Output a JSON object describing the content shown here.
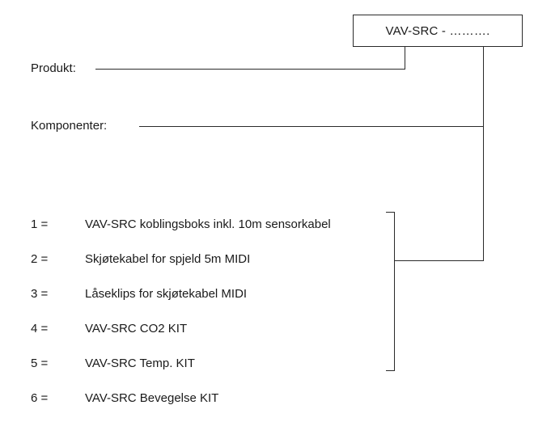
{
  "diagram": {
    "product_code_box": "VAV-SRC - ……….",
    "produkt_label": "Produkt:",
    "komponenter_label": "Komponenter:",
    "components": [
      {
        "num": "1 =",
        "label": "VAV-SRC koblingsboks inkl. 10m sensorkabel"
      },
      {
        "num": "2 =",
        "label": "Skjøtekabel for spjeld 5m MIDI"
      },
      {
        "num": "3 =",
        "label": "Låseklips for skjøtekabel MIDI"
      },
      {
        "num": "4 =",
        "label": "VAV-SRC CO2 KIT"
      },
      {
        "num": "5 =",
        "label": "VAV-SRC Temp. KIT"
      },
      {
        "num": "6 =",
        "label": "VAV-SRC Bevegelse KIT"
      }
    ],
    "line_color": "#2a2a2a"
  }
}
